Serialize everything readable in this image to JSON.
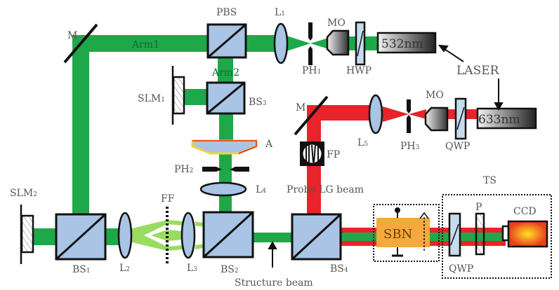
{
  "colors": {
    "green": "#1fa84a",
    "light_green": "#8fd94f",
    "red": "#e8232a",
    "optic_blue": "#a9c4e4",
    "sbn": "#f5a93c"
  },
  "labels": {
    "mirror1": "M",
    "arm1": "Arm1",
    "arm2": "Arm2",
    "pbs": "PBS",
    "l1": "L",
    "l1_sub": "1",
    "mo1": "MO",
    "ph1": "PH",
    "ph1_sub": "1",
    "hwp": "HWP",
    "laser532": "532nm",
    "laser": "LASER",
    "laser633": "633nm",
    "slm1": "SLM",
    "slm1_sub": "1",
    "bs3": "BS",
    "bs3_sub": "3",
    "axicon": "A",
    "ph2": "PH",
    "ph2_sub": "2",
    "l4": "L",
    "l4_sub": "4",
    "mirror2": "M",
    "fp": "FP",
    "l5": "L",
    "l5_sub": "5",
    "ph3": "PH",
    "ph3_sub": "3",
    "mo2": "MO",
    "qwp1": "QWP",
    "probe": "Probe LG  beam",
    "ts": "TS",
    "slm2": "SLM",
    "slm2_sub": "2",
    "bs1": "BS",
    "bs1_sub": "1",
    "l2": "L",
    "l2_sub": "2",
    "ff": "FF",
    "l3": "L",
    "l3_sub": "3",
    "bs2": "BS",
    "bs2_sub": "2",
    "structure": "Structure  beam",
    "bs4": "BS",
    "bs4_sub": "4",
    "sbn": "SBN",
    "qwp2": "QWP",
    "polarizer": "P",
    "ccd": "CCD"
  }
}
